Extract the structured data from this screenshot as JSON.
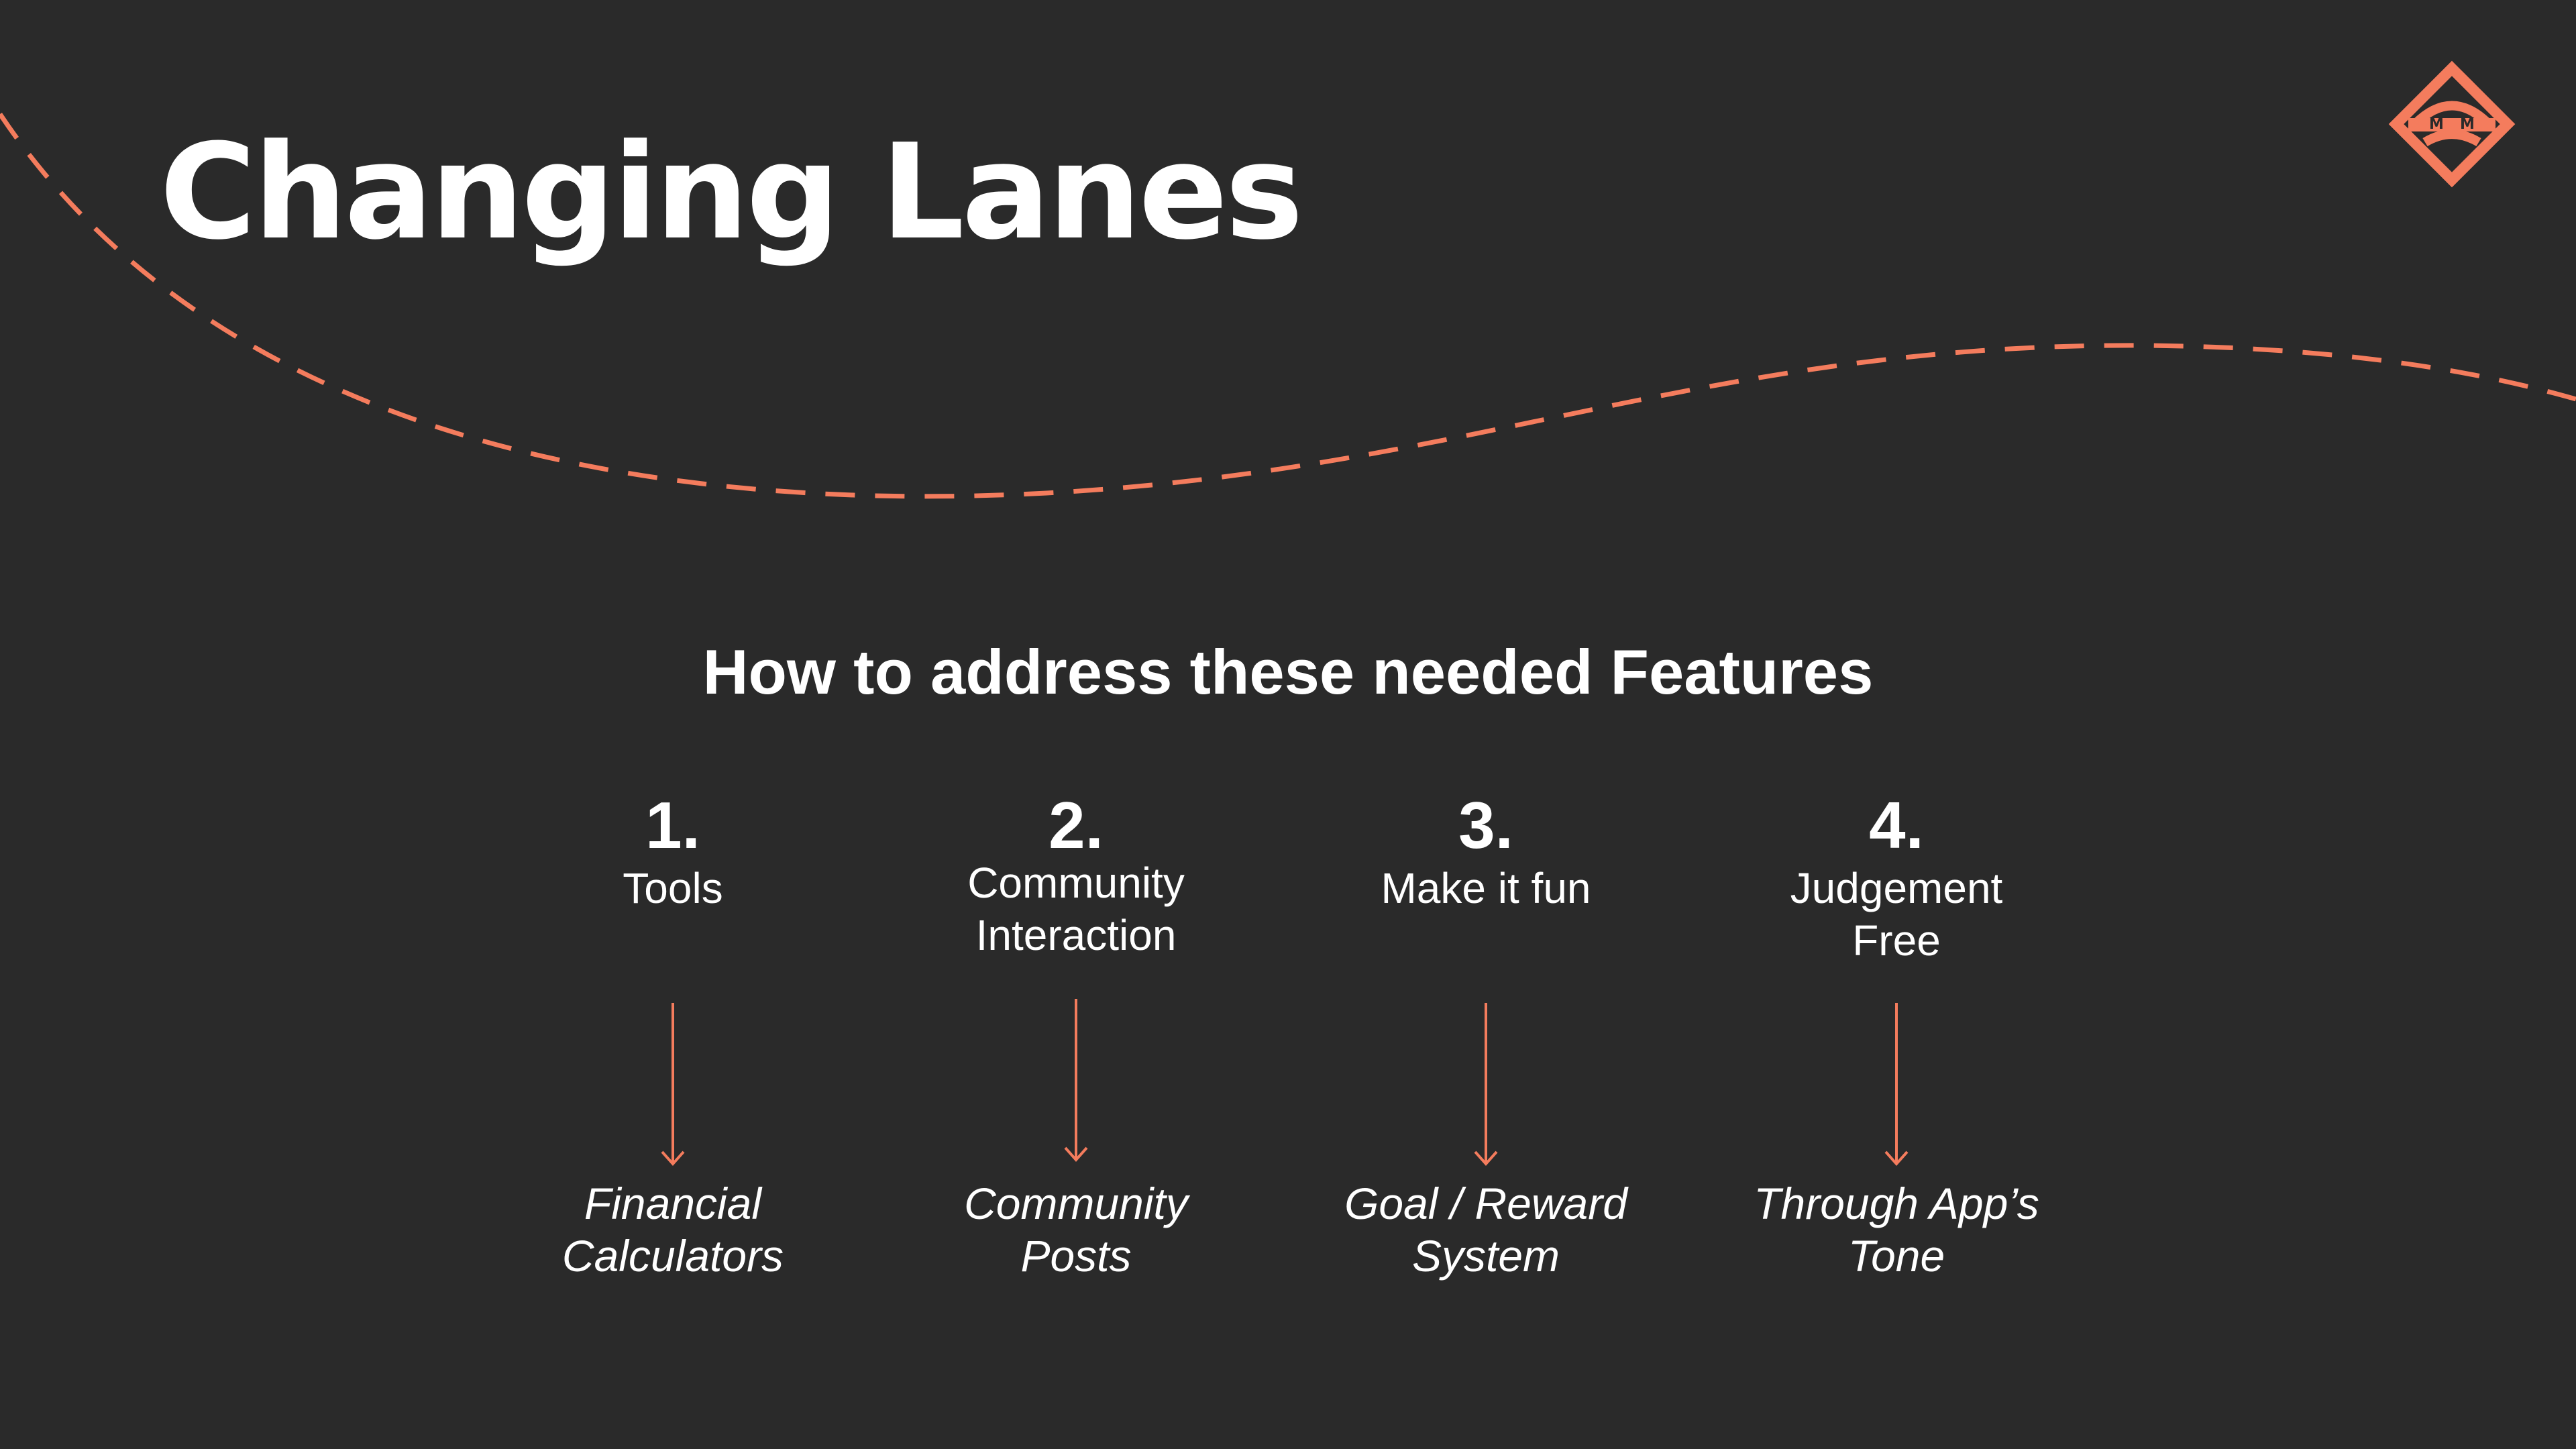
{
  "slide": {
    "title": "Changing Lanes",
    "subtitle": "How to address these needed Features",
    "logo": {
      "icon": "mm-diamond-logo",
      "text": "M M"
    },
    "accent_color": "#f47c5d",
    "background_color": "#2a2a2a"
  },
  "features": [
    {
      "number": "1.",
      "name": "Tools",
      "solution": "Financial\nCalculators"
    },
    {
      "number": "2.",
      "name": "Community\nInteraction",
      "solution": "Community\nPosts"
    },
    {
      "number": "3.",
      "name": "Make it fun",
      "solution": "Goal / Reward\nSystem"
    },
    {
      "number": "4.",
      "name": "Judgement\nFree",
      "solution": "Through App’s\nTone"
    }
  ]
}
